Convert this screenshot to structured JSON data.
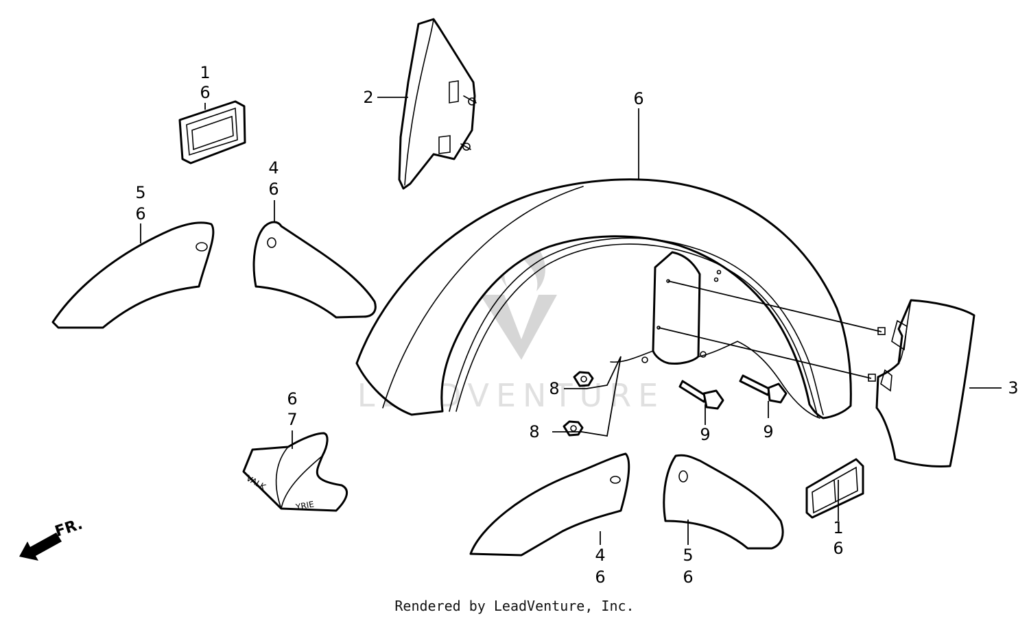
{
  "footer": {
    "rendered_by": "Rendered by LeadVenture, Inc."
  },
  "watermark": {
    "text": "LEADVENTURE"
  },
  "direction": {
    "label": "FR."
  },
  "emblem": {
    "text_left": "VALK",
    "text_right": "YRIE"
  },
  "callouts": {
    "c_top_reflector_a": "1",
    "c_top_reflector_b": "6",
    "c_side_cover": "2",
    "c_fender": "6",
    "c_ul_panel_a": "5",
    "c_ul_panel_b": "6",
    "c_um_panel_a": "4",
    "c_um_panel_b": "6",
    "c_emblem_a": "6",
    "c_emblem_b": "7",
    "c_rear_cover": "3",
    "c_nut_a": "8",
    "c_nut_b": "8",
    "c_bolt_a": "9",
    "c_bolt_b": "9",
    "c_lm_panel_a": "4",
    "c_lm_panel_b": "6",
    "c_lr_panel_a": "5",
    "c_lr_panel_b": "6",
    "c_low_reflector_a": "1",
    "c_low_reflector_b": "6"
  }
}
